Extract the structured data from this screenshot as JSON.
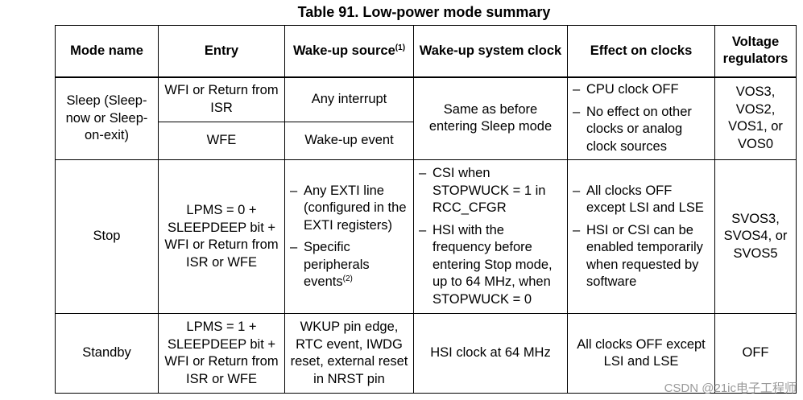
{
  "table": {
    "caption": "Table 91. Low-power mode summary",
    "headers": {
      "mode_name": "Mode name",
      "entry": "Entry",
      "wakeup_source": "Wake-up source",
      "wakeup_source_note": "(1)",
      "wakeup_clock": "Wake-up system clock",
      "effect_on_clocks": "Effect on clocks",
      "voltage_regulators": "Voltage regulators"
    },
    "sleep": {
      "mode_name": "Sleep (Sleep-now or Sleep-on-exit)",
      "entry_a": "WFI or Return from ISR",
      "source_a": "Any interrupt",
      "entry_b": "WFE",
      "source_b": "Wake-up event",
      "wakeup_clock": "Same as before entering Sleep mode",
      "effects": [
        "CPU clock OFF",
        "No effect on other clocks or analog clock sources"
      ],
      "voltage": "VOS3, VOS2, VOS1, or VOS0"
    },
    "stop": {
      "mode_name": "Stop",
      "entry": "LPMS = 0 + SLEEPDEEP bit + WFI or Return from ISR or WFE",
      "sources": [
        "Any EXTI line (configured in the EXTI registers)",
        "Specific peripherals events"
      ],
      "source_note": "(2)",
      "wakeup_clock": [
        "CSI when STOPWUCK = 1 in RCC_CFGR",
        "HSI with the frequency before entering Stop mode, up to 64 MHz, when STOPWUCK = 0"
      ],
      "effects": [
        "All clocks OFF except LSI and LSE",
        "HSI or CSI can be enabled temporarily when requested by software"
      ],
      "voltage": "SVOS3, SVOS4, or SVOS5"
    },
    "standby": {
      "mode_name": "Standby",
      "entry": "LPMS = 1 + SLEEPDEEP bit + WFI or Return from ISR or WFE",
      "source": "WKUP pin edge, RTC event, IWDG reset, external reset in NRST pin",
      "wakeup_clock": "HSI clock at 64 MHz",
      "effects": "All clocks OFF except LSI and LSE",
      "voltage": "OFF"
    }
  },
  "watermark": "CSDN @21ic电子工程师"
}
